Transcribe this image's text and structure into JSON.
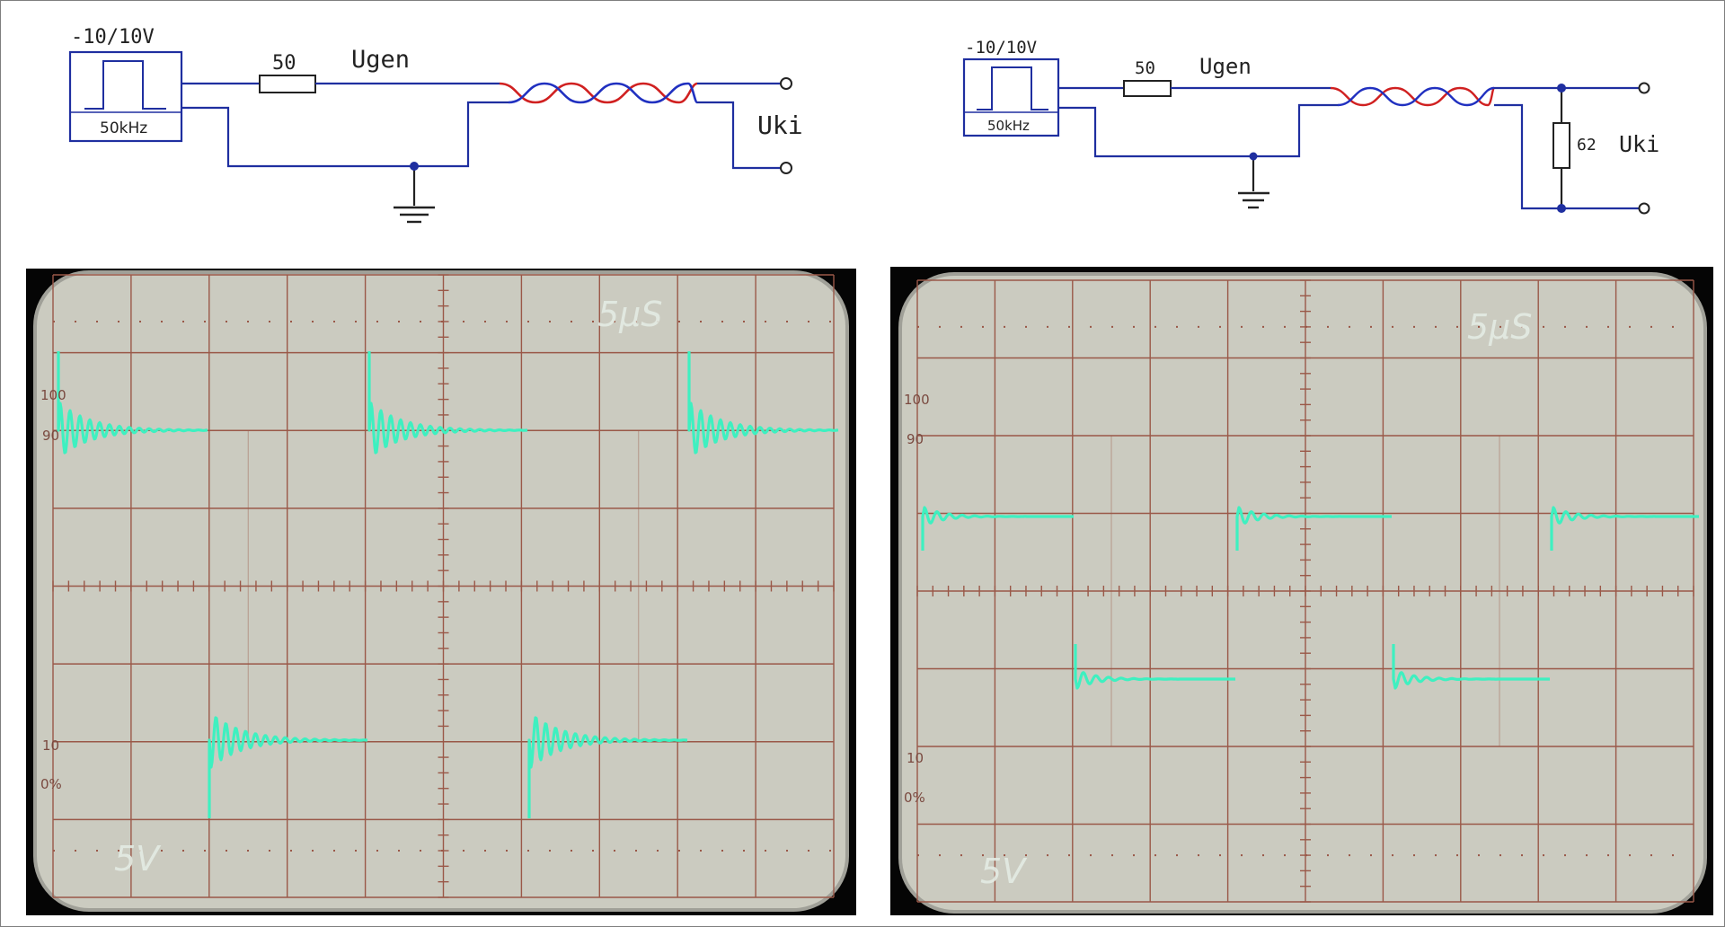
{
  "left": {
    "circuit": {
      "source_voltage": "-10/10V",
      "source_freq": "50kHz",
      "series_resistor": "50",
      "gen_label": "Ugen",
      "out_label": "Uki"
    },
    "scope": {
      "time_div": "5μS",
      "volt_div": "5V",
      "grat_100": "100",
      "grat_90": "90",
      "grat_10": "10",
      "grat_0": "0%"
    }
  },
  "right": {
    "circuit": {
      "source_voltage": "-10/10V",
      "source_freq": "50kHz",
      "series_resistor": "50",
      "gen_label": "Ugen",
      "load_resistor": "62",
      "out_label": "Uki"
    },
    "scope": {
      "time_div": "5μS",
      "volt_div": "5V",
      "grat_100": "100",
      "grat_90": "90",
      "grat_10": "10",
      "grat_0": "0%"
    }
  },
  "colors": {
    "wire": "#1f2fa0",
    "twist_red": "#d02020",
    "twist_blue": "#2030c0",
    "screen": "#cbcbc0",
    "grid": "#9a5848",
    "trace": "#3ef0c0"
  }
}
